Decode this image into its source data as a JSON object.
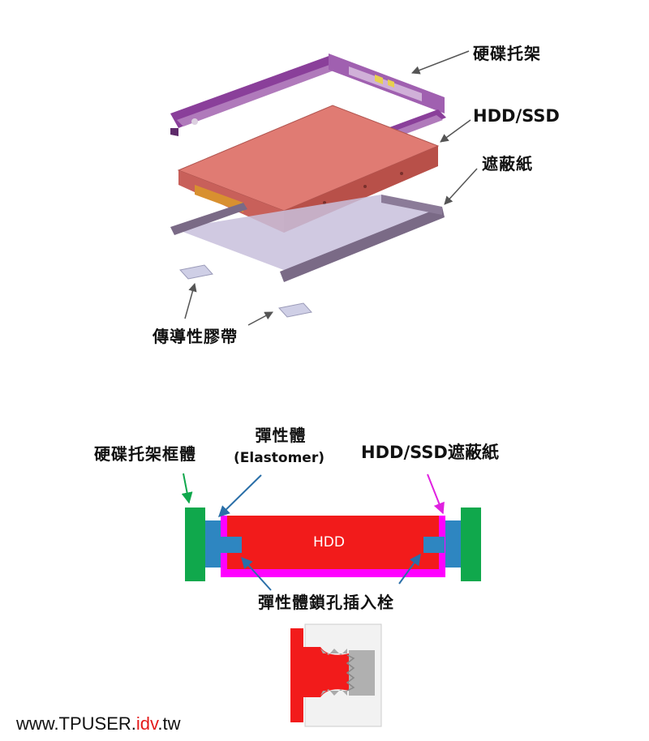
{
  "top_labels": {
    "bracket": "硬碟托架",
    "drive": "HDD/SSD",
    "shield": "遮蔽紙",
    "tape": "傳導性膠帶"
  },
  "bottom_labels": {
    "frame": "硬碟托架框體",
    "elastomer": "彈性體",
    "elastomer_en": "(Elastomer)",
    "hdd_shield": "HDD/SSD遮蔽紙",
    "hdd": "HDD",
    "plug": "彈性體鎖孔插入栓"
  },
  "watermark": {
    "prefix": "www.TPUSER.",
    "accent": "idv",
    "suffix": ".tw"
  },
  "colors": {
    "bracket_purple": "#8a3f9a",
    "drive_red": "#d8706a",
    "frame_green": "#10a84c",
    "elastomer_blue": "#2e86c1",
    "shield_magenta": "#ff00ff",
    "hdd_red": "#f21b1b",
    "arrow_green": "#10a84c",
    "arrow_blue": "#2a6fa8",
    "arrow_magenta": "#e020e0"
  }
}
